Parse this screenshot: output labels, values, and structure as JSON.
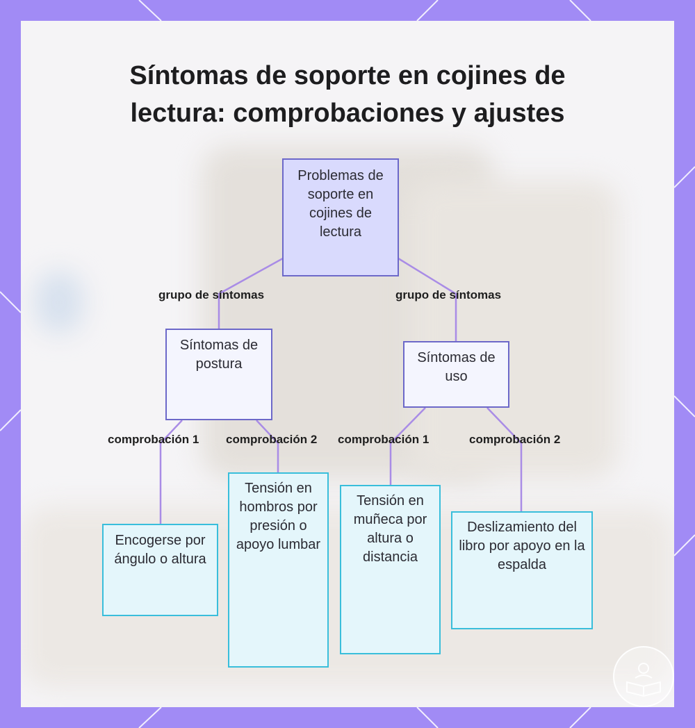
{
  "title": {
    "line1": "Síntomas de soporte en cojines de",
    "line2": "lectura: comprobaciones y ajustes"
  },
  "colors": {
    "frame": "#a18bf5",
    "panel": "#f5f4f6",
    "root_fill": "#d9dafd",
    "root_border": "#6c68c9",
    "mid_fill": "#f4f5fe",
    "leaf_fill": "#e4f6fb",
    "leaf_border": "#39bedb",
    "connector": "#a98ce6"
  },
  "diagram": {
    "root": {
      "text": "Problemas de soporte en cojines de lectura"
    },
    "groups": [
      {
        "edge_label": "grupo de síntomas",
        "text": "Síntomas de postura",
        "checks": [
          {
            "edge_label": "comprobación 1",
            "text": "Encogerse por ángulo o altura"
          },
          {
            "edge_label": "comprobación 2",
            "text": "Tensión en hombros por presión o apoyo lumbar"
          }
        ]
      },
      {
        "edge_label": "grupo de síntomas",
        "text": "Síntomas de uso",
        "checks": [
          {
            "edge_label": "comprobación 1",
            "text": "Tensión en muñeca por altura o distancia"
          },
          {
            "edge_label": "comprobación 2",
            "text": "Deslizamiento del libro por apoyo en la espalda"
          }
        ]
      }
    ]
  },
  "logo": {
    "icon": "book-reader-logo-icon"
  }
}
